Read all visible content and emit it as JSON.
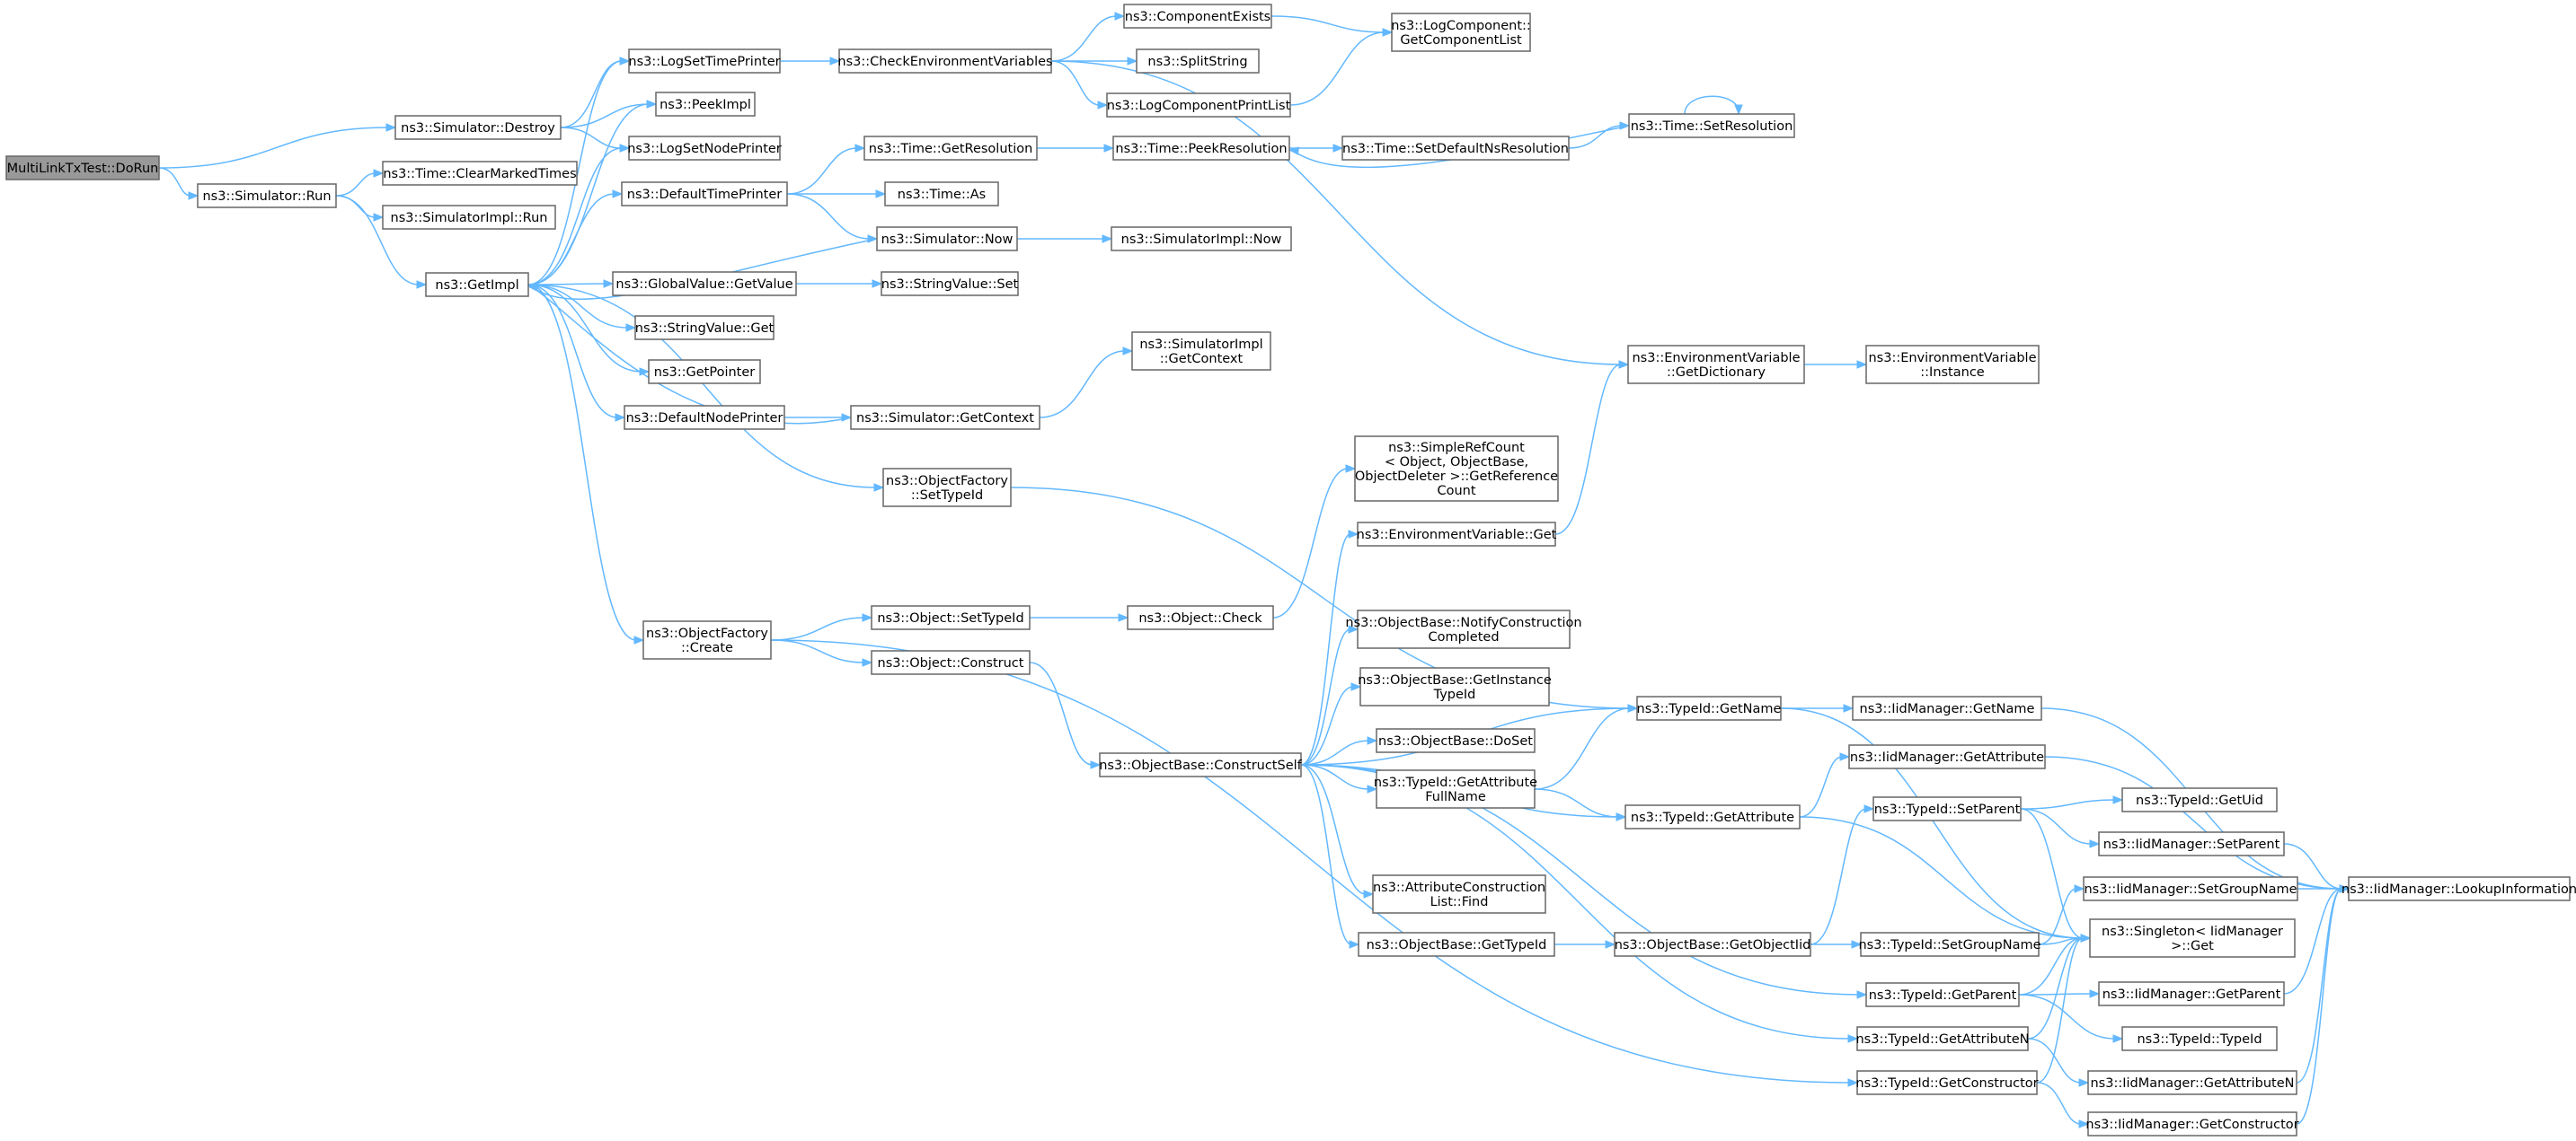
{
  "colors": {
    "edge": "#63b8ff",
    "node_border": "#666666",
    "root_fill": "#999999",
    "node_fill": "#ffffff"
  },
  "nodes": {
    "dorun": [
      "MultiLinkTxTest::DoRun"
    ],
    "sim_destroy": [
      "ns3::Simulator::Destroy"
    ],
    "sim_run": [
      "ns3::Simulator::Run"
    ],
    "getimpl": [
      "ns3::GetImpl"
    ],
    "logsettimeprinter": [
      "ns3::LogSetTimePrinter"
    ],
    "peekimpl": [
      "ns3::PeekImpl"
    ],
    "logsetnodeprinter": [
      "ns3::LogSetNodePrinter"
    ],
    "clearmarkedtimes": [
      "ns3::Time::ClearMarkedTimes"
    ],
    "simimpl_run": [
      "ns3::SimulatorImpl::Run"
    ],
    "defaulttimeprinter": [
      "ns3::DefaultTimePrinter"
    ],
    "globalvalue_getvalue": [
      "ns3::GlobalValue::GetValue"
    ],
    "stringvalue_get": [
      "ns3::StringValue::Get"
    ],
    "getpointer": [
      "ns3::GetPointer"
    ],
    "defaultnodeprinter": [
      "ns3::DefaultNodePrinter"
    ],
    "objectfactory_settypeid": [
      "ns3::ObjectFactory",
      "::SetTypeId"
    ],
    "objectfactory_create": [
      "ns3::ObjectFactory",
      "::Create"
    ],
    "checkenvvars": [
      "ns3::CheckEnvironmentVariables"
    ],
    "time_getresolution": [
      "ns3::Time::GetResolution"
    ],
    "time_as": [
      "ns3::Time::As"
    ],
    "sim_now": [
      "ns3::Simulator::Now"
    ],
    "stringvalue_set": [
      "ns3::StringValue::Set"
    ],
    "sim_getcontext": [
      "ns3::Simulator::GetContext"
    ],
    "object_settypeid": [
      "ns3::Object::SetTypeId"
    ],
    "object_construct": [
      "ns3::Object::Construct"
    ],
    "componentexists": [
      "ns3::ComponentExists"
    ],
    "splitstring": [
      "ns3::SplitString"
    ],
    "logcomponentprintlist": [
      "ns3::LogComponentPrintList"
    ],
    "time_peekresolution": [
      "ns3::Time::PeekResolution"
    ],
    "simimpl_now": [
      "ns3::SimulatorImpl::Now"
    ],
    "simimpl_getcontext": [
      "ns3::SimulatorImpl",
      "::GetContext"
    ],
    "object_check": [
      "ns3::Object::Check"
    ],
    "objectbase_constructself": [
      "ns3::ObjectBase::ConstructSelf"
    ],
    "logcomponent_getlist": [
      "ns3::LogComponent::",
      "GetComponentList"
    ],
    "time_setdefaultns": [
      "ns3::Time::SetDefaultNsResolution"
    ],
    "time_setresolution": [
      "ns3::Time::SetResolution"
    ],
    "simplerefcount": [
      "ns3::SimpleRefCount",
      "< Object, ObjectBase,",
      "ObjectDeleter >::GetReference",
      "Count"
    ],
    "envvar_get": [
      "ns3::EnvironmentVariable::Get"
    ],
    "objectbase_notify": [
      "ns3::ObjectBase::NotifyConstruction",
      "Completed"
    ],
    "objectbase_getinstancetypeid": [
      "ns3::ObjectBase::GetInstance",
      "TypeId"
    ],
    "objectbase_doset": [
      "ns3::ObjectBase::DoSet"
    ],
    "typeid_getattributefullname": [
      "ns3::TypeId::GetAttribute",
      "FullName"
    ],
    "attrconstructionlist_find": [
      "ns3::AttributeConstruction",
      "List::Find"
    ],
    "objectbase_gettypeid": [
      "ns3::ObjectBase::GetTypeId"
    ],
    "envvar_getdictionary": [
      "ns3::EnvironmentVariable",
      "::GetDictionary"
    ],
    "envvar_instance": [
      "ns3::EnvironmentVariable",
      "::Instance"
    ],
    "typeid_getname": [
      "ns3::TypeId::GetName"
    ],
    "typeid_getattribute": [
      "ns3::TypeId::GetAttribute"
    ],
    "objectbase_getobjectiid": [
      "ns3::ObjectBase::GetObjectIid"
    ],
    "typeid_getparent": [
      "ns3::TypeId::GetParent"
    ],
    "typeid_getattributen": [
      "ns3::TypeId::GetAttributeN"
    ],
    "typeid_getconstructor": [
      "ns3::TypeId::GetConstructor"
    ],
    "iid_getname": [
      "ns3::IidManager::GetName"
    ],
    "iid_getattribute": [
      "ns3::IidManager::GetAttribute"
    ],
    "typeid_setparent": [
      "ns3::TypeId::SetParent"
    ],
    "typeid_setgroupname": [
      "ns3::TypeId::SetGroupName"
    ],
    "typeid_getuid": [
      "ns3::TypeId::GetUid"
    ],
    "iid_setparent": [
      "ns3::IidManager::SetParent"
    ],
    "iid_setgroupname": [
      "ns3::IidManager::SetGroupName"
    ],
    "singleton_get": [
      "ns3::Singleton< IidManager",
      ">::Get"
    ],
    "iid_getparent": [
      "ns3::IidManager::GetParent"
    ],
    "typeid_typeid": [
      "ns3::TypeId::TypeId"
    ],
    "iid_getattributen": [
      "ns3::IidManager::GetAttributeN"
    ],
    "iid_getconstructor": [
      "ns3::IidManager::GetConstructor"
    ],
    "iid_lookupinformation": [
      "ns3::IidManager::LookupInformation"
    ]
  },
  "edges": [
    [
      "dorun",
      "sim_destroy"
    ],
    [
      "dorun",
      "sim_run"
    ],
    [
      "sim_destroy",
      "logsettimeprinter"
    ],
    [
      "sim_destroy",
      "peekimpl"
    ],
    [
      "sim_destroy",
      "logsetnodeprinter"
    ],
    [
      "sim_run",
      "clearmarkedtimes"
    ],
    [
      "sim_run",
      "simimpl_run"
    ],
    [
      "sim_run",
      "getimpl"
    ],
    [
      "getimpl",
      "logsettimeprinter"
    ],
    [
      "getimpl",
      "peekimpl"
    ],
    [
      "getimpl",
      "logsetnodeprinter"
    ],
    [
      "getimpl",
      "defaulttimeprinter"
    ],
    [
      "getimpl",
      "globalvalue_getvalue"
    ],
    [
      "getimpl",
      "stringvalue_get"
    ],
    [
      "getimpl",
      "getpointer"
    ],
    [
      "getimpl",
      "defaultnodeprinter"
    ],
    [
      "getimpl",
      "objectfactory_settypeid"
    ],
    [
      "getimpl",
      "objectfactory_create"
    ],
    [
      "logsettimeprinter",
      "checkenvvars"
    ],
    [
      "checkenvvars",
      "componentexists"
    ],
    [
      "checkenvvars",
      "splitstring"
    ],
    [
      "checkenvvars",
      "logcomponentprintlist"
    ],
    [
      "checkenvvars",
      "envvar_getdictionary"
    ],
    [
      "componentexists",
      "logcomponent_getlist"
    ],
    [
      "logcomponentprintlist",
      "logcomponent_getlist"
    ],
    [
      "defaulttimeprinter",
      "time_getresolution"
    ],
    [
      "defaulttimeprinter",
      "time_as"
    ],
    [
      "defaulttimeprinter",
      "sim_now"
    ],
    [
      "time_getresolution",
      "time_peekresolution"
    ],
    [
      "time_peekresolution",
      "time_setdefaultns"
    ],
    [
      "time_setdefaultns",
      "time_setresolution"
    ],
    [
      "time_setresolution",
      "time_peekresolution"
    ],
    [
      "time_setresolution",
      "time_setresolution"
    ],
    [
      "sim_now",
      "simimpl_now"
    ],
    [
      "sim_now",
      "getimpl"
    ],
    [
      "globalvalue_getvalue",
      "stringvalue_set"
    ],
    [
      "defaultnodeprinter",
      "sim_getcontext"
    ],
    [
      "sim_getcontext",
      "simimpl_getcontext"
    ],
    [
      "sim_getcontext",
      "getimpl"
    ],
    [
      "objectfactory_settypeid",
      "typeid_getname"
    ],
    [
      "objectfactory_create",
      "object_settypeid"
    ],
    [
      "objectfactory_create",
      "object_construct"
    ],
    [
      "objectfactory_create",
      "typeid_getconstructor"
    ],
    [
      "object_settypeid",
      "object_check"
    ],
    [
      "object_check",
      "simplerefcount"
    ],
    [
      "object_construct",
      "objectbase_constructself"
    ],
    [
      "objectbase_constructself",
      "envvar_get"
    ],
    [
      "objectbase_constructself",
      "typeid_getname"
    ],
    [
      "objectbase_constructself",
      "objectbase_notify"
    ],
    [
      "objectbase_constructself",
      "objectbase_getinstancetypeid"
    ],
    [
      "objectbase_constructself",
      "objectbase_doset"
    ],
    [
      "objectbase_constructself",
      "typeid_getattributefullname"
    ],
    [
      "objectbase_constructself",
      "typeid_getattribute"
    ],
    [
      "objectbase_constructself",
      "attrconstructionlist_find"
    ],
    [
      "objectbase_constructself",
      "objectbase_gettypeid"
    ],
    [
      "objectbase_constructself",
      "typeid_getparent"
    ],
    [
      "objectbase_constructself",
      "typeid_getattributen"
    ],
    [
      "envvar_get",
      "envvar_getdictionary"
    ],
    [
      "envvar_getdictionary",
      "envvar_instance"
    ],
    [
      "typeid_getattributefullname",
      "typeid_getname"
    ],
    [
      "typeid_getattributefullname",
      "typeid_getattribute"
    ],
    [
      "objectbase_gettypeid",
      "objectbase_getobjectiid"
    ],
    [
      "objectbase_getobjectiid",
      "typeid_setparent"
    ],
    [
      "objectbase_getobjectiid",
      "typeid_setgroupname"
    ],
    [
      "typeid_getname",
      "iid_getname"
    ],
    [
      "typeid_getname",
      "singleton_get"
    ],
    [
      "typeid_getattribute",
      "iid_getattribute"
    ],
    [
      "typeid_getattribute",
      "singleton_get"
    ],
    [
      "typeid_setparent",
      "typeid_getuid"
    ],
    [
      "typeid_setparent",
      "iid_setparent"
    ],
    [
      "typeid_setparent",
      "singleton_get"
    ],
    [
      "typeid_setgroupname",
      "iid_setgroupname"
    ],
    [
      "typeid_setgroupname",
      "singleton_get"
    ],
    [
      "typeid_getparent",
      "iid_getparent"
    ],
    [
      "typeid_getparent",
      "typeid_typeid"
    ],
    [
      "typeid_getparent",
      "singleton_get"
    ],
    [
      "typeid_getattributen",
      "iid_getattributen"
    ],
    [
      "typeid_getattributen",
      "singleton_get"
    ],
    [
      "typeid_getconstructor",
      "iid_getconstructor"
    ],
    [
      "typeid_getconstructor",
      "singleton_get"
    ],
    [
      "iid_getname",
      "iid_lookupinformation"
    ],
    [
      "iid_getattribute",
      "iid_lookupinformation"
    ],
    [
      "iid_setparent",
      "iid_lookupinformation"
    ],
    [
      "iid_setgroupname",
      "iid_lookupinformation"
    ],
    [
      "iid_getparent",
      "iid_lookupinformation"
    ],
    [
      "iid_getattributen",
      "iid_lookupinformation"
    ],
    [
      "iid_getconstructor",
      "iid_lookupinformation"
    ]
  ]
}
